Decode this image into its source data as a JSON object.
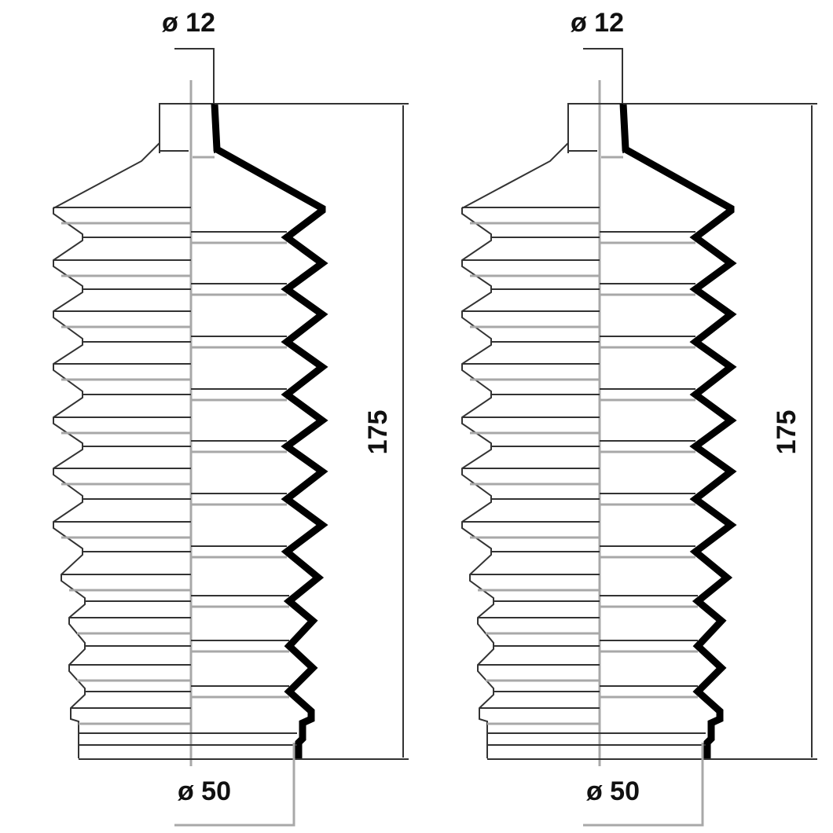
{
  "drawings": [
    {
      "top_diameter": "ø 12",
      "bottom_diameter": "ø 50",
      "length": "175"
    },
    {
      "top_diameter": "ø 12",
      "bottom_diameter": "ø 50",
      "length": "175"
    }
  ],
  "colors": {
    "line": "#333333",
    "profile": "#000000",
    "centerline": "#a8a8a8"
  }
}
